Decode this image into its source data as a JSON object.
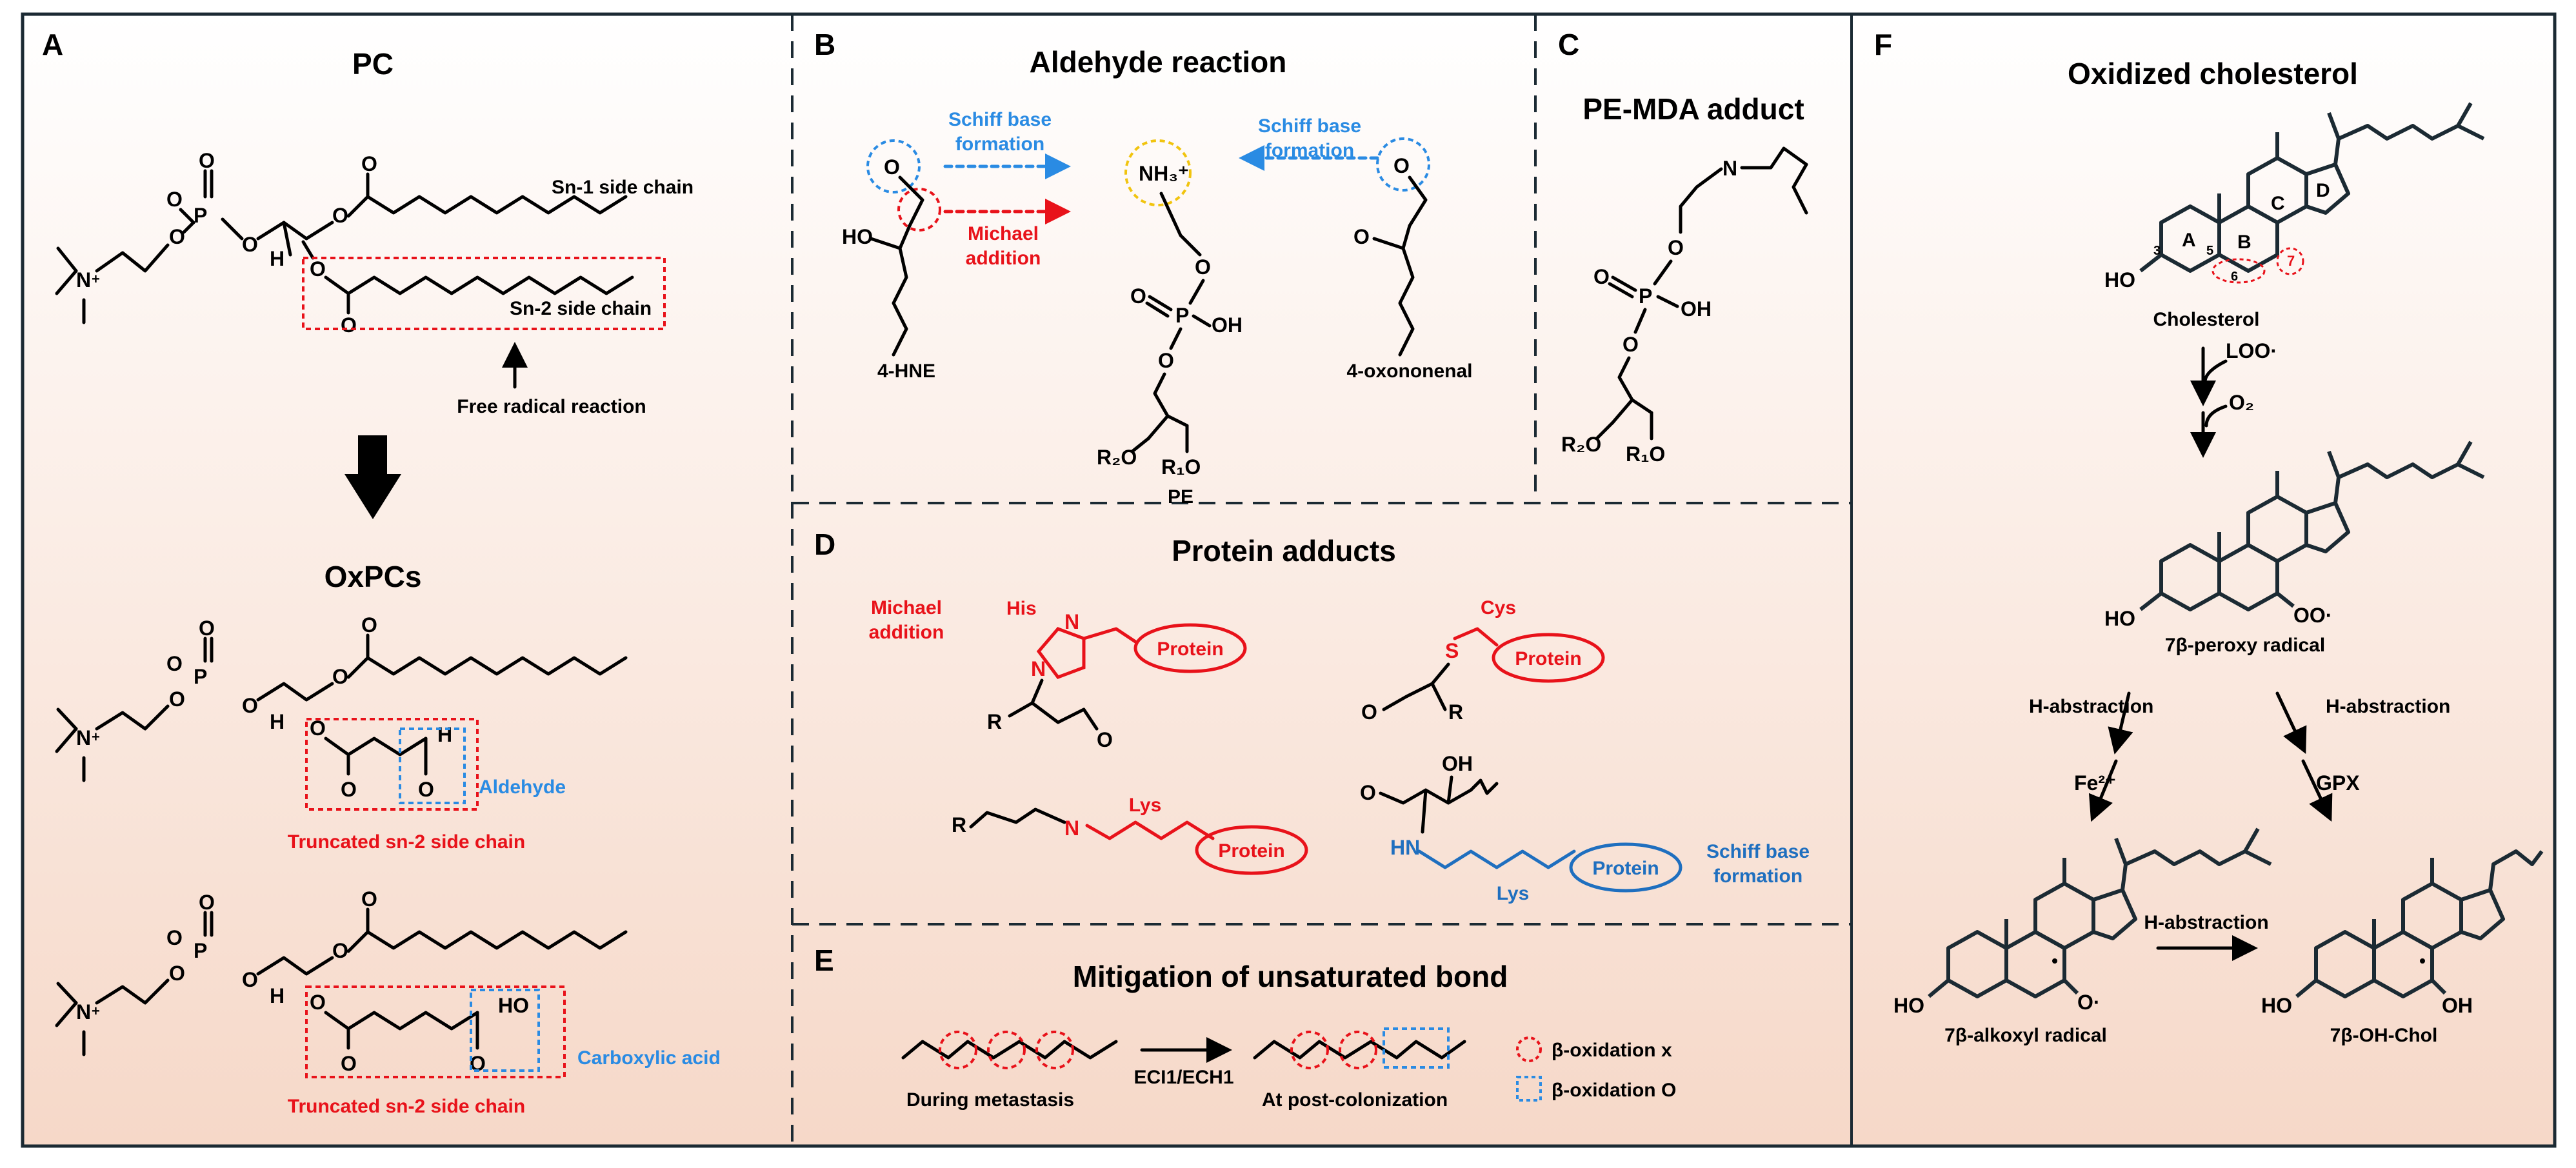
{
  "colors": {
    "red": "#e8121a",
    "blue": "#2a8be3",
    "yellow": "#f1c40f",
    "frame": "#1b2a33",
    "bg_top": "#ffffff",
    "bg_bottom": "#f6d8c8"
  },
  "panel_a": {
    "letter": "A",
    "title": "PC",
    "title2": "OxPCs",
    "sn1": "Sn-1 side chain",
    "sn2": "Sn-2 side chain",
    "free_radical": "Free radical reaction",
    "aldehyde": "Aldehyde",
    "truncated1": "Truncated sn-2 side chain",
    "carboxylic": "Carboxylic acid",
    "truncated2": "Truncated sn-2 side chain",
    "atom_P": "P",
    "atom_O": "O",
    "atom_H": "H",
    "atom_N": "N",
    "atom_HO": "HO"
  },
  "panel_b": {
    "letter": "B",
    "title": "Aldehyde reaction",
    "schiff_left": [
      "Schiff base",
      "formation"
    ],
    "michael": [
      "Michael",
      "addition"
    ],
    "schiff_right": [
      "Schiff base",
      "formation"
    ],
    "hne": "4-HNE",
    "pe": "PE",
    "oxononenal": "4-oxononenal",
    "nh3": "NH₃⁺",
    "ho": "HO",
    "oh": "OH",
    "r2o": "R₂O",
    "r1o": "R₁O"
  },
  "panel_c": {
    "letter": "C",
    "title": "PE-MDA adduct",
    "atom_N": "N"
  },
  "panel_d": {
    "letter": "D",
    "title": "Protein adducts",
    "michael": [
      "Michael",
      "addition"
    ],
    "his": "His",
    "cys": "Cys",
    "lys": "Lys",
    "protein": "Protein",
    "schiff": [
      "Schiff base",
      "formation"
    ],
    "atom_R": "R",
    "atom_S": "S",
    "atom_HN": "HN",
    "atom_OH": "OH"
  },
  "panel_e": {
    "letter": "E",
    "title": "Mitigation of unsaturated bond",
    "during": "During metastasis",
    "enzyme": "ECI1/ECH1",
    "post": "At post-colonization",
    "legend_x": "β-oxidation x",
    "legend_o": "β-oxidation O"
  },
  "panel_f": {
    "letter": "F",
    "title": "Oxidized cholesterol",
    "cholesterol": "Cholesterol",
    "loo": "LOO·",
    "o2": "O₂",
    "peroxy": "7β-peroxy radical",
    "ooradical": "OO·",
    "habs1": "H-abstraction",
    "habs2": "H-abstraction",
    "habs3": "H-abstraction",
    "fe": "Fe²⁺",
    "gpx": "GPX",
    "alkoxyl": "7β-alkoxyl radical",
    "ohchol": "7β-OH-Chol",
    "ring_a": "A",
    "ring_b": "B",
    "ring_c": "C",
    "ring_d": "D",
    "num3": "3",
    "num5": "5",
    "num6": "6",
    "num7": "7",
    "ho": "HO",
    "oradical": "O·",
    "oh": "OH"
  }
}
